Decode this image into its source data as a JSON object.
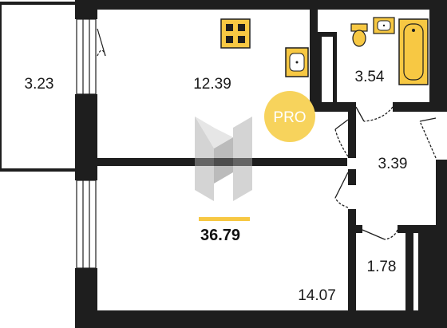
{
  "plan": {
    "rooms": [
      {
        "id": "balcony",
        "area": "3.23"
      },
      {
        "id": "kitchen",
        "area": "12.39"
      },
      {
        "id": "bathroom",
        "area": "3.54"
      },
      {
        "id": "hallway",
        "area": "3.39"
      },
      {
        "id": "wc",
        "area": "1.78"
      },
      {
        "id": "bedroom",
        "area": "14.07"
      }
    ],
    "total_area": "36.79",
    "badge_text": "PRO"
  },
  "colors": {
    "wall": "#1e1e1e",
    "fixture_fill": "#f7c843",
    "badge": "#f7d35c",
    "total_underline": "#f7c843",
    "watermark": "#bcbcbc"
  },
  "icons": [
    "stove-icon",
    "sink-icon",
    "toilet-icon",
    "washbasin-icon",
    "bathtub-icon",
    "door-icon",
    "window-icon",
    "watermark-logo"
  ]
}
